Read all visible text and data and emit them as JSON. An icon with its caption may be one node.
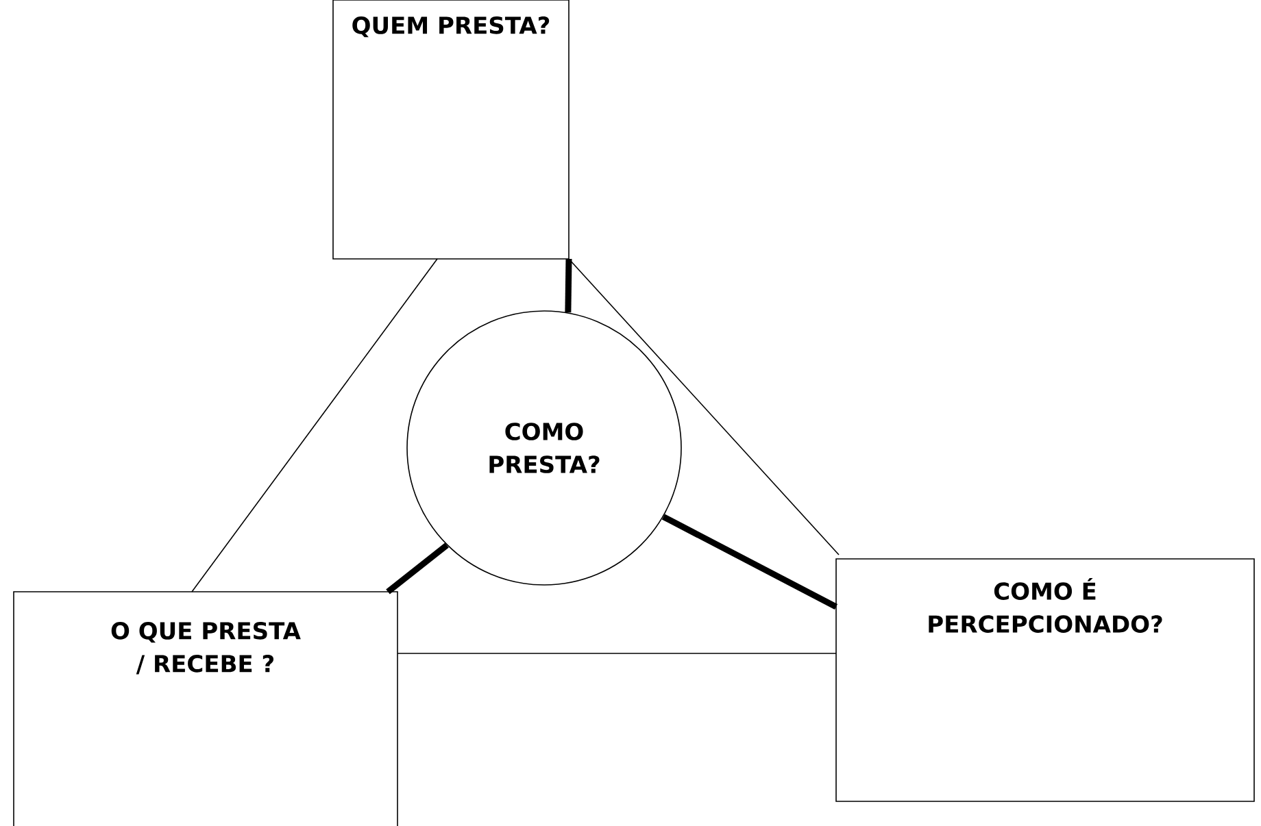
{
  "diagram": {
    "nodes": [
      {
        "text": [
          "QUEM PRESTA?"
        ]
      },
      {
        "text": [
          "COMO PRESTA?"
        ]
      },
      {
        "text": [
          "O QUE PRESTA / RECEBE ?"
        ]
      },
      {
        "text": [
          "COMO É PERCEPCIONADO?"
        ]
      }
    ],
    "edges": [
      {
        "from": 0,
        "to": 1,
        "arrow": "none",
        "style": "thick"
      },
      {
        "from": 1,
        "to": 2,
        "arrow": "none",
        "style": "thick"
      },
      {
        "from": 1,
        "to": 3,
        "arrow": "none",
        "style": "thick"
      },
      {
        "from": 0,
        "to": 2,
        "arrow": "none"
      },
      {
        "from": 0,
        "to": 3,
        "arrow": "none"
      },
      {
        "from": 2,
        "to": 3,
        "arrow": "none"
      }
    ]
  }
}
